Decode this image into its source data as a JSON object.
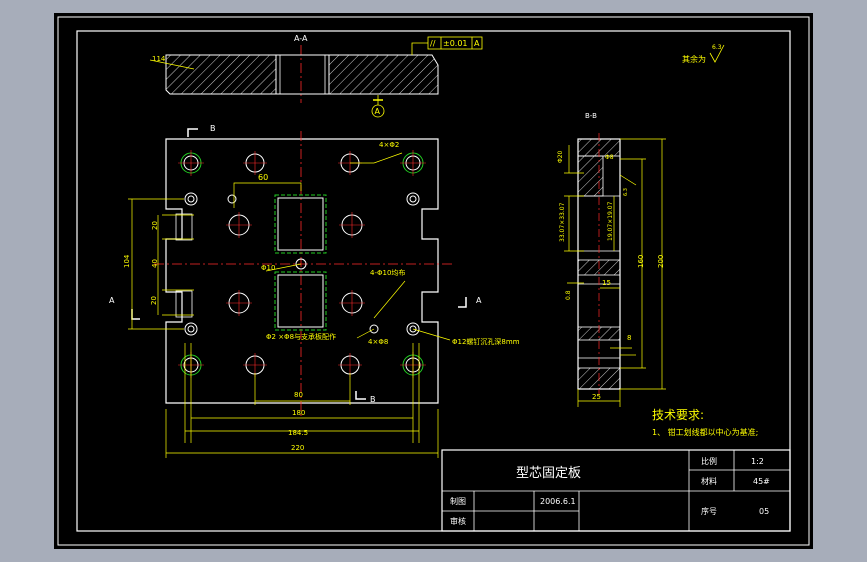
{
  "colors": {
    "background": "#000000",
    "frame": "#ffffff",
    "outline": "#ffffff",
    "centerline": "#ff2a2a",
    "dimension": "#ffff00",
    "hatch": "#ffffff",
    "green": "#22cc22",
    "desktop": "#a7adba"
  },
  "views": {
    "section_aa_label": "A-A",
    "section_bb_label": "B-B",
    "tolerance_frame": {
      "symbol": "//",
      "value": "±0.01",
      "datum": "A"
    },
    "roughness_note": "其余为",
    "roughness_value": "6.3",
    "datum_label": "A",
    "cut_label_a_left": "A",
    "cut_label_a_right": "A",
    "cut_label_b_top": "B",
    "cut_label_b_bottom": "B"
  },
  "dimensions": {
    "d114": "114",
    "d60": "60",
    "d4xphi2": "4×Φ2",
    "d20_top": "20",
    "d40": "40",
    "d104": "104",
    "d20_bot": "20",
    "phi10": "Φ10",
    "d4xphi10": "4-Φ10均布",
    "phi2x8": "Φ2 ×Φ8与支承板配作",
    "d4xphi8": "4×Φ8",
    "phi12": "Φ12螺钉沉孔深8mm",
    "d80": "80",
    "d180": "180",
    "d184_5": "184.5",
    "d220": "220",
    "phi20": "Φ20",
    "phi8": "Φ8",
    "d33": "33.07×33.07",
    "d19": "19.07×19.07",
    "d160": "160",
    "d200": "200",
    "d15": "15",
    "d8": "8",
    "d25": "25",
    "d0_8": "0.8"
  },
  "requirements": {
    "heading": "技术要求:",
    "item1": "1、 钳工划线都以中心为基准;"
  },
  "title_block": {
    "part_name": "型芯固定板",
    "scale_label": "比例",
    "scale_value": "1:2",
    "material_label": "材料",
    "material_value": "45#",
    "drawn_label": "制图",
    "date_value": "2006.6.1",
    "checked_label": "审核",
    "number_label": "序号",
    "number_value": "05"
  }
}
